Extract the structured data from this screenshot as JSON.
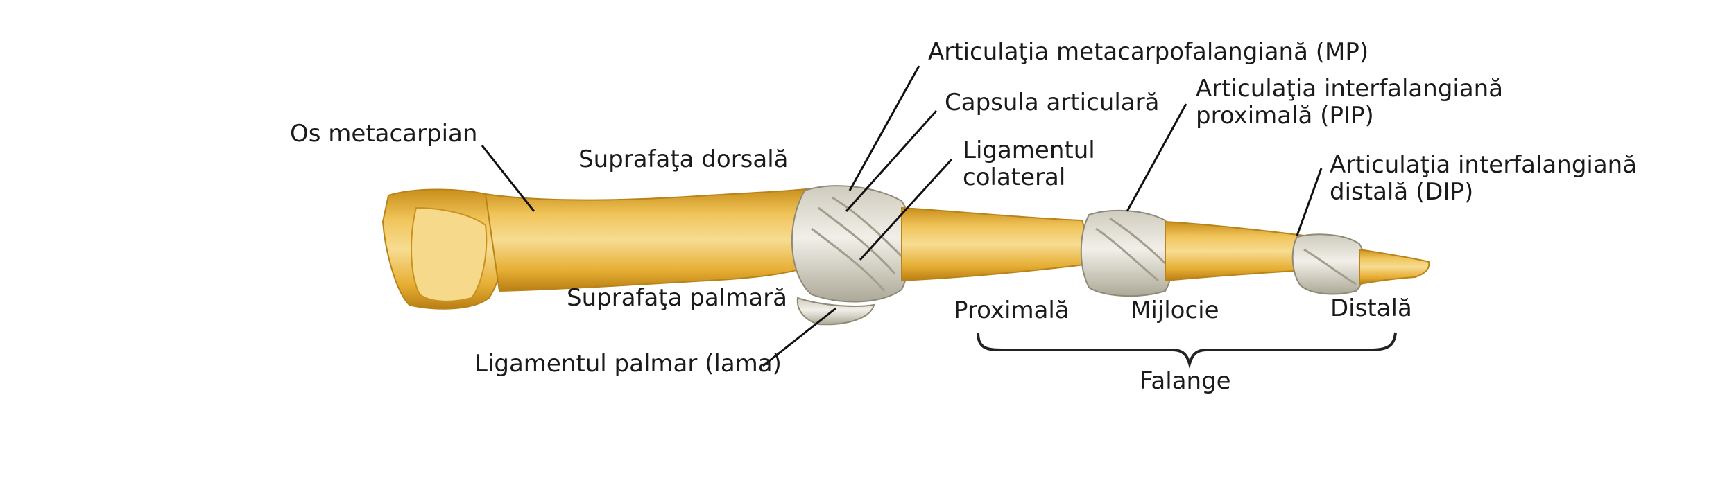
{
  "labels": {
    "os_metacarpian": "Os metacarpian",
    "suprafata_dorsala": "Suprafaţa dorsală",
    "suprafata_palmara": "Suprafaţa palmară",
    "ligamentul_palmar": "Ligamentul palmar (lama)",
    "articulatia_mp": "Articulaţia metacarpofalangiană (MP)",
    "capsula_articulara": "Capsula articulară",
    "ligamentul_colateral_line1": "Ligamentul",
    "ligamentul_colateral_line2": "colateral",
    "articulatia_pip_line1": "Articulaţia interfalangiană",
    "articulatia_pip_line2": "proximală (PIP)",
    "articulatia_dip_line1": "Articulaţia interfalangiană",
    "articulatia_dip_line2": "distală (DIP)",
    "proximala": "Proximală",
    "mijlocie": "Mijlocie",
    "distala": "Distală",
    "falange": "Falange"
  },
  "colors": {
    "bone": "#E9B334",
    "bone_light": "#F6D98A",
    "bone_dark": "#C98F1A",
    "ligament": "#E4E1D6",
    "ligament_shadow": "#B7B3A4",
    "leader": "#111111"
  }
}
